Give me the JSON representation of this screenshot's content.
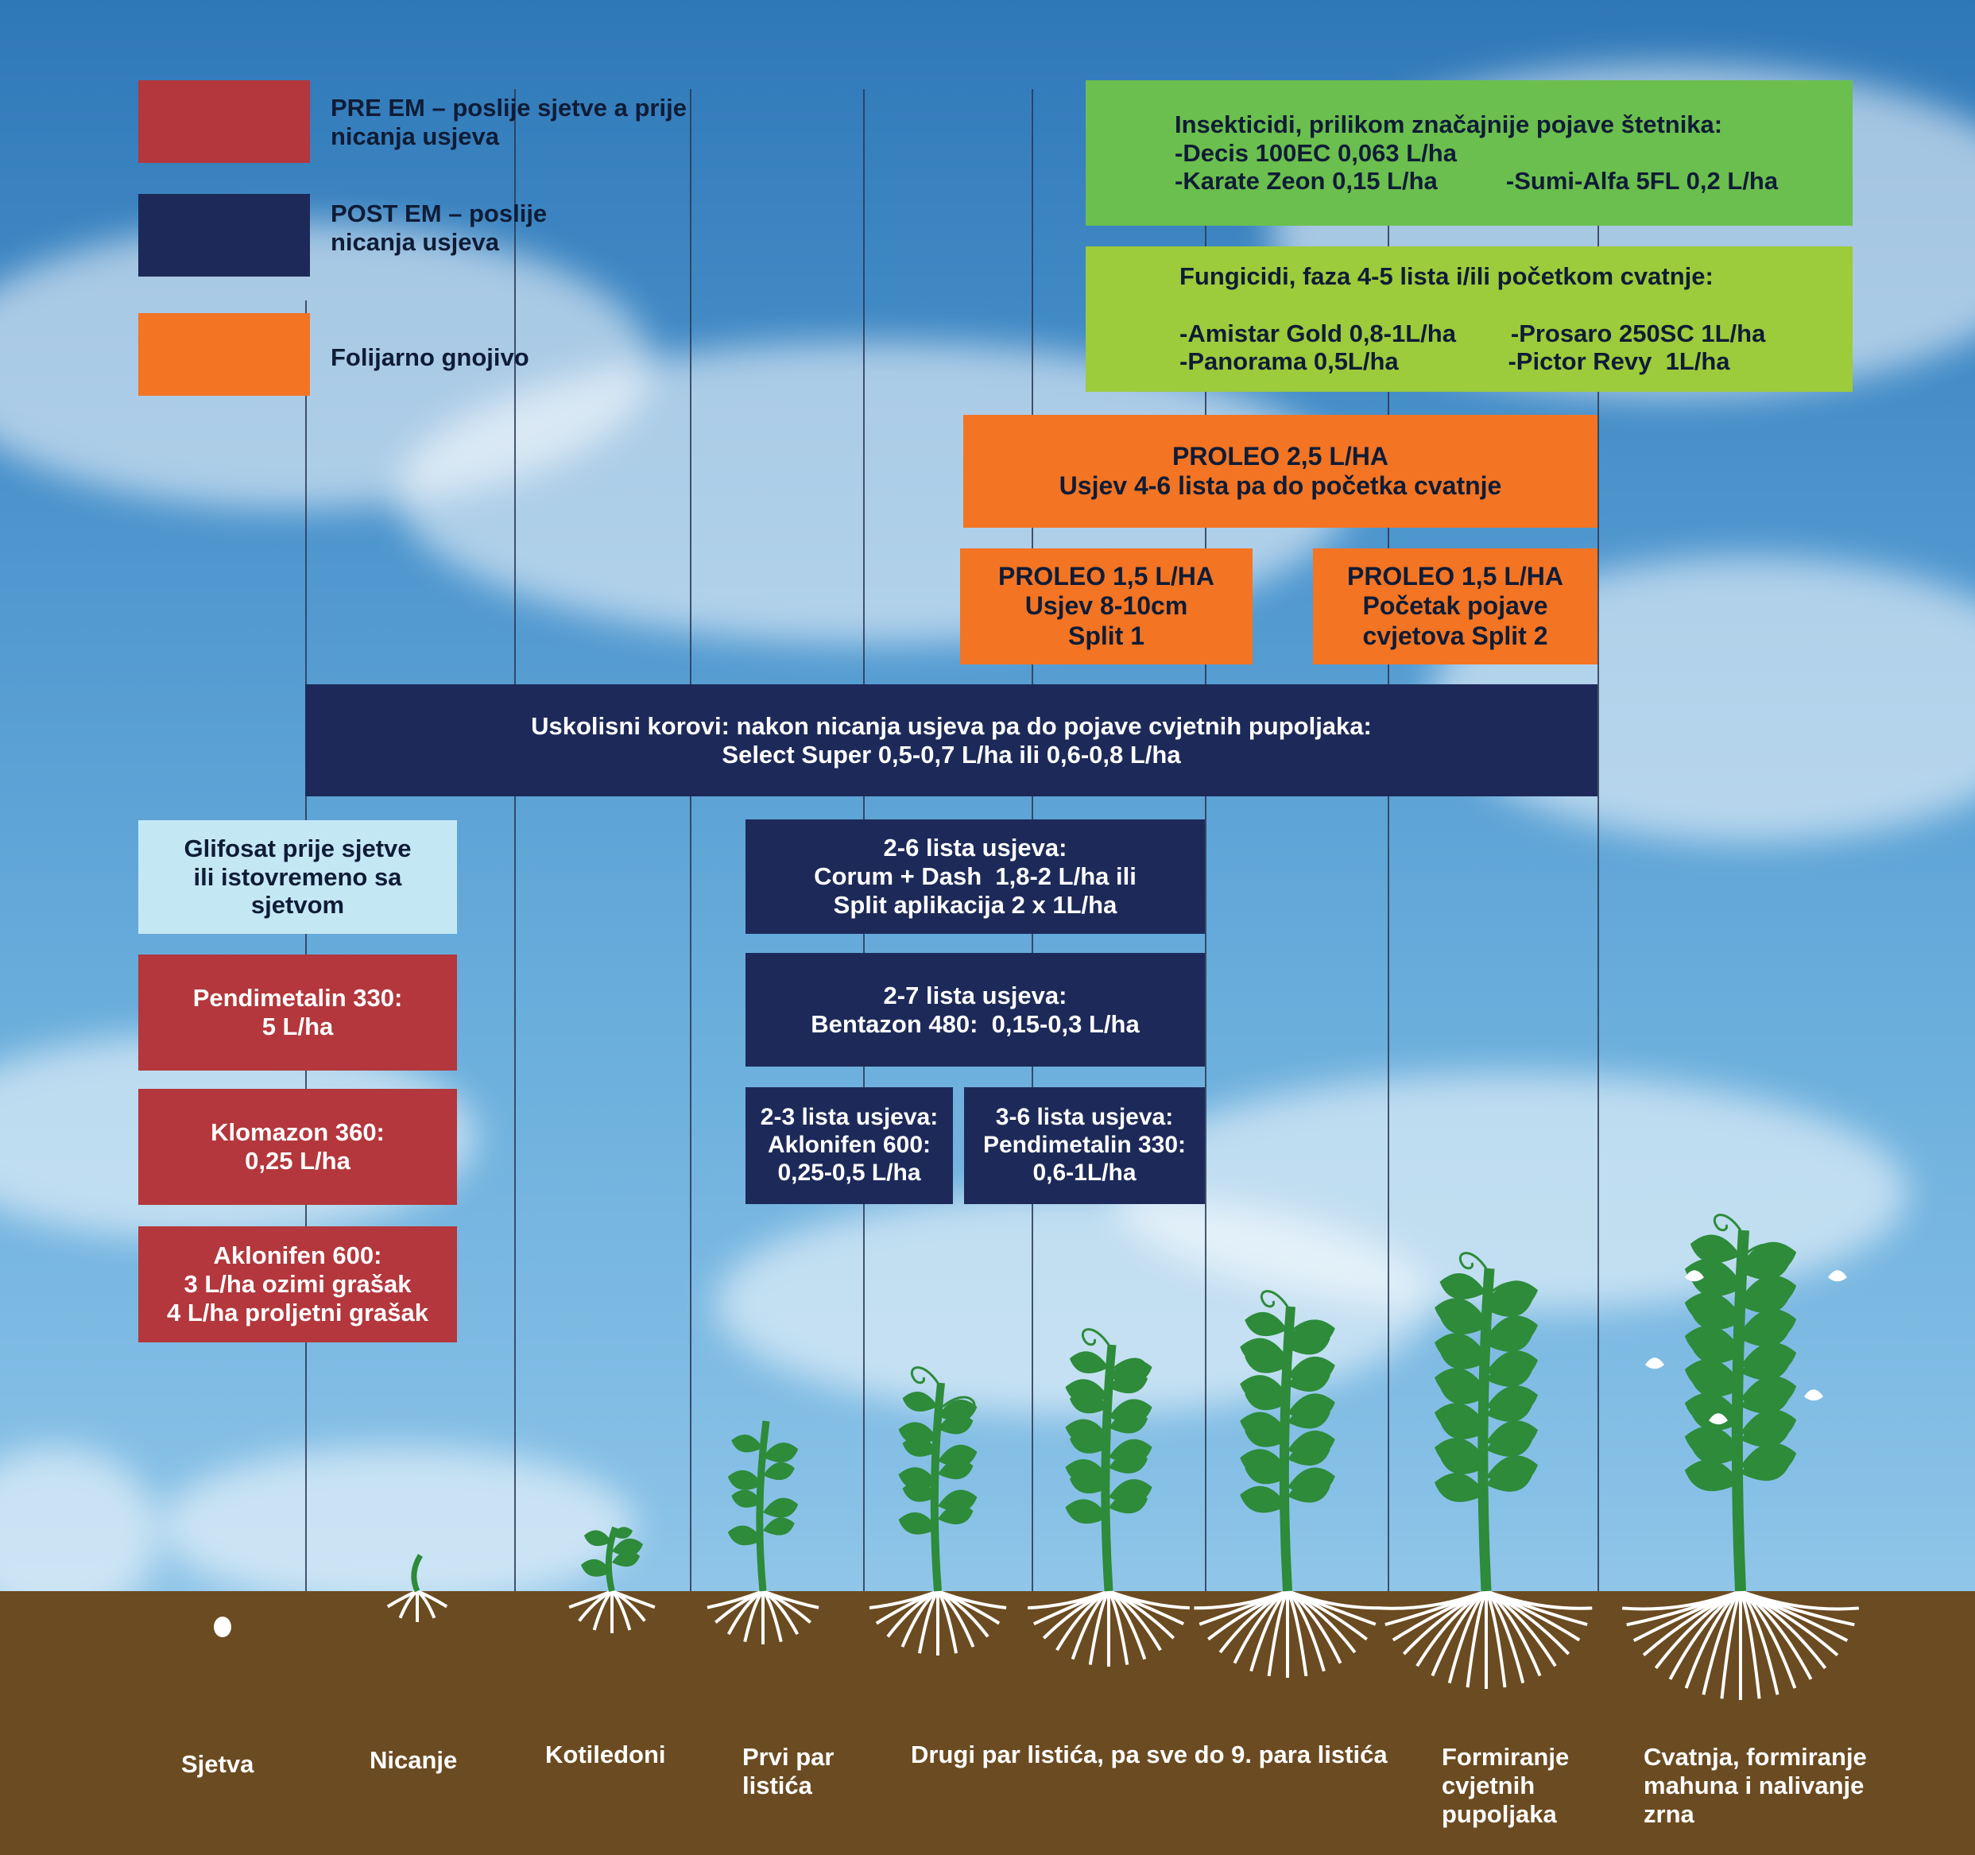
{
  "colors": {
    "pre_em": "#b3373c",
    "post_em": "#1d2a59",
    "foliar": "#f37423",
    "insect": "#6bbf4e",
    "fungi": "#9ccb3b",
    "glifosat": "#c4e7f4",
    "soil": "#6b4b21",
    "plant": "#2d8b3a"
  },
  "legend": [
    {
      "color_key": "pre_em",
      "lines": [
        "PRE EM – poslije sjetve a prije",
        "nicanja usjeva"
      ]
    },
    {
      "color_key": "post_em",
      "lines": [
        "POST EM – poslije",
        "nicanja usjeva"
      ]
    },
    {
      "color_key": "foliar",
      "lines": [
        "Folijarno gnojivo"
      ]
    }
  ],
  "boxes": {
    "insekticidi": {
      "lines": [
        "Insekticidi, prilikom značajnije pojave štetnika:",
        "-Decis 100EC 0,063 L/ha",
        "-Karate Zeon 0,15 L/ha          -Sumi-Alfa 5FL 0,2 L/ha"
      ]
    },
    "fungicidi": {
      "lines": [
        "Fungicidi, faza 4-5 lista i/ili početkom cvatnje:",
        " ",
        "-Amistar Gold 0,8-1L/ha        -Prosaro 250SC 1L/ha",
        "-Panorama 0,5L/ha                -Pictor Revy  1L/ha"
      ]
    },
    "proleo_25": {
      "lines": [
        "PROLEO 2,5 L/HA",
        "Usjev 4-6 lista pa do početka cvatnje"
      ]
    },
    "proleo_15_split1": {
      "lines": [
        "PROLEO 1,5 L/HA",
        "Usjev 8-10cm",
        "Split 1"
      ]
    },
    "proleo_15_split2": {
      "lines": [
        "PROLEO 1,5 L/HA",
        "Početak pojave",
        "cvjetova Split 2"
      ]
    },
    "uskolisni": {
      "lines": [
        "Uskolisni korovi: nakon nicanja usjeva pa do pojave cvjetnih pupoljaka:",
        "Select Super 0,5-0,7 L/ha ili 0,6-0,8 L/ha"
      ]
    },
    "glifosat": {
      "lines": [
        "Glifosat prije sjetve",
        "ili istovremeno sa",
        "sjetvom"
      ]
    },
    "pendimetalin_pre": {
      "lines": [
        "Pendimetalin 330:",
        "5 L/ha"
      ]
    },
    "klomazon": {
      "lines": [
        "Klomazon 360:",
        "0,25 L/ha"
      ]
    },
    "aklonifen_pre": {
      "lines": [
        "Aklonifen 600:",
        "3 L/ha ozimi grašak",
        "4 L/ha proljetni grašak"
      ]
    },
    "corum": {
      "lines": [
        "2-6 lista usjeva:",
        "Corum + Dash  1,8-2 L/ha ili",
        "Split aplikacija 2 x 1L/ha"
      ]
    },
    "bentazon": {
      "lines": [
        "2-7 lista usjeva:",
        "Bentazon 480:  0,15-0,3 L/ha"
      ]
    },
    "aklonifen_post": {
      "lines": [
        "2-3 lista usjeva:",
        "Aklonifen 600:",
        "0,25-0,5 L/ha"
      ]
    },
    "pendimetalin_post": {
      "lines": [
        "3-6 lista usjeva:",
        "Pendimetalin 330:",
        "0,6-1L/ha"
      ]
    }
  },
  "stages": [
    {
      "lines": [
        "Sjetva"
      ]
    },
    {
      "lines": [
        "Nicanje"
      ]
    },
    {
      "lines": [
        "Kotiledoni"
      ]
    },
    {
      "lines": [
        "Prvi par",
        "listića"
      ]
    },
    {
      "lines": [
        "Drugi par listića, pa sve do 9. para listića"
      ]
    },
    {
      "lines": [
        "Formiranje",
        "cvjetnih",
        "pupoljaka"
      ]
    },
    {
      "lines": [
        "Cvatnja, formiranje",
        "mahuna i nalivanje",
        "zrna"
      ]
    }
  ],
  "plant_growth": [
    0,
    1,
    2,
    3,
    4,
    5,
    6,
    7,
    8
  ]
}
